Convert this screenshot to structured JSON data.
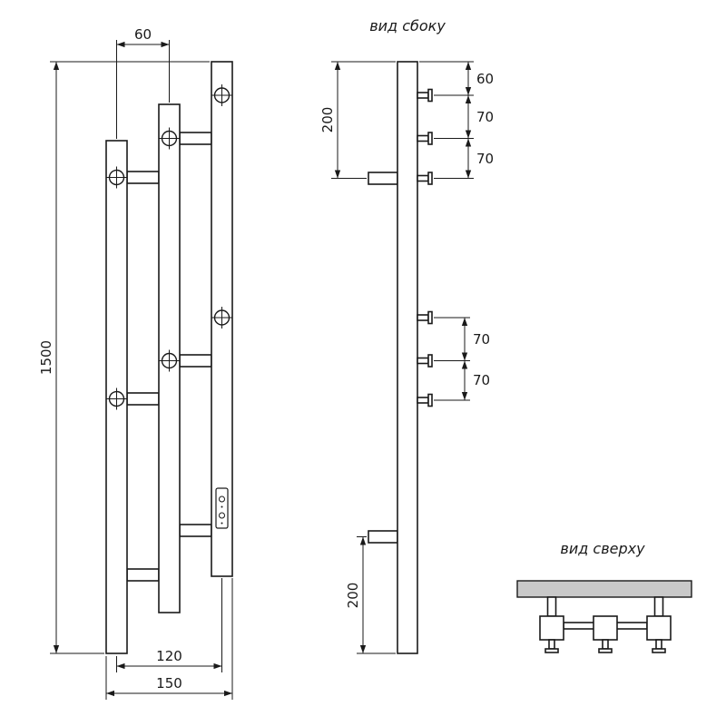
{
  "front_view": {
    "dim_width_top": "60",
    "dim_height": "1500",
    "dim_width_centers": "120",
    "dim_width_overall": "150"
  },
  "side_view": {
    "title": "вид сбоку",
    "left_dims": [
      "200",
      "200"
    ],
    "top_group": [
      "60",
      "70",
      "70"
    ],
    "mid_group": [
      "70",
      "70"
    ]
  },
  "top_view": {
    "title": "вид сверху"
  }
}
